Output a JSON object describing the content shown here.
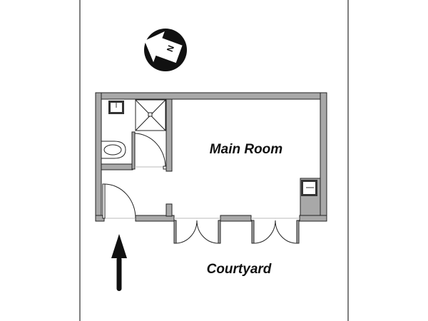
{
  "rooms": {
    "main_room": "Main Room",
    "courtyard": "Courtyard"
  },
  "compass": {
    "label": "N",
    "icon": "north-compass-icon"
  },
  "entrance": {
    "icon": "entrance-arrow-icon"
  },
  "colors": {
    "wall": "#a8a8a8",
    "line": "#222222",
    "background": "#ffffff"
  }
}
